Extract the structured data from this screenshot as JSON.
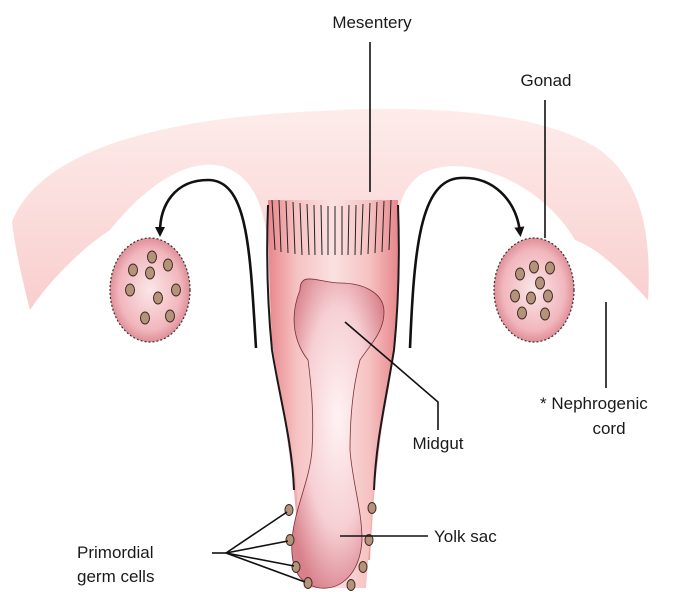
{
  "labels": {
    "mesentery": "Mesentery",
    "gonad": "Gonad",
    "nephrogenic_line1": "* Nephrogenic",
    "nephrogenic_line2": "cord",
    "midgut": "Midgut",
    "yolk_sac": "Yolk sac",
    "primordial_line1": "Primordial",
    "primordial_line2": "germ cells"
  },
  "colors": {
    "tissue_light": "#fbe3e2",
    "tissue_mid": "#f4b5b4",
    "tissue_dark": "#e07f85",
    "gut_inner": "#f8d6d8",
    "germ_cell": "#b5927a",
    "line": "#111111"
  }
}
